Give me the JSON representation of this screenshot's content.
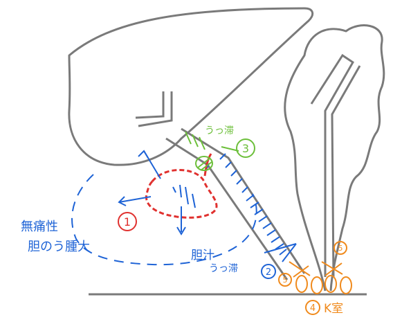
{
  "labels": {
    "painless_line1": "無痛性",
    "painless_line2": "胆のう腫大",
    "bile_line1": "胆汁",
    "bile_line2": "うっ滞",
    "green_stasis": "うっ滞"
  },
  "markers": {
    "m1": "1",
    "m2": "2",
    "m3": "3",
    "m4": "4",
    "m4_label": "K室",
    "m5a": "5",
    "m5b": "5"
  },
  "colors": {
    "outline": "#7a7a7a",
    "blue": "#1e63d6",
    "red": "#e0312f",
    "green": "#6cbf3a",
    "orange": "#f08a1c"
  }
}
